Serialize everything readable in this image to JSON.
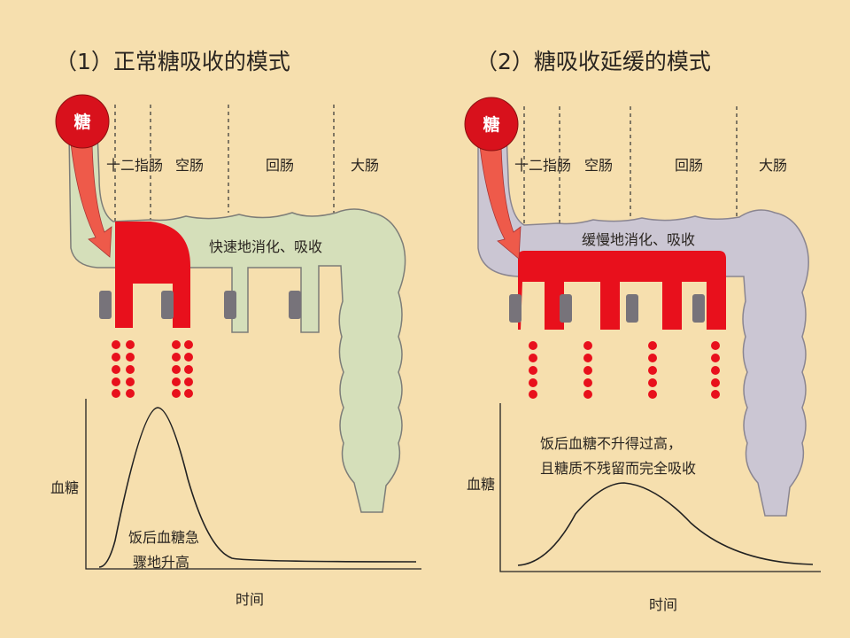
{
  "panels": [
    {
      "title": "（1）正常糖吸收的模式",
      "sugar_label": "糖",
      "segments": [
        "十二指肠",
        "空肠",
        "回肠",
        "大肠"
      ],
      "process_label": "快速地消化、吸收",
      "graph": {
        "ylabel": "血糖",
        "xlabel": "时间",
        "note_lines": [
          "饭后血糖急",
          "骤地升高"
        ]
      },
      "intestine_color": "#d5dfba"
    },
    {
      "title": "（2）糖吸收延缓的模式",
      "sugar_label": "糖",
      "segments": [
        "十二指肠",
        "空肠",
        "回肠",
        "大肠"
      ],
      "process_label": "缓慢地消化、吸收",
      "graph": {
        "ylabel": "血糖",
        "xlabel": "时间",
        "note_lines": [
          "饭后血糖不升得过高，",
          "且糖质不残留而完全吸收"
        ]
      },
      "intestine_color": "#cbc6d3"
    }
  ],
  "colors": {
    "background": "#f6dfae",
    "sugar": "#e8101c",
    "arrow": "#ee5a4a",
    "nub": "#77737a"
  }
}
